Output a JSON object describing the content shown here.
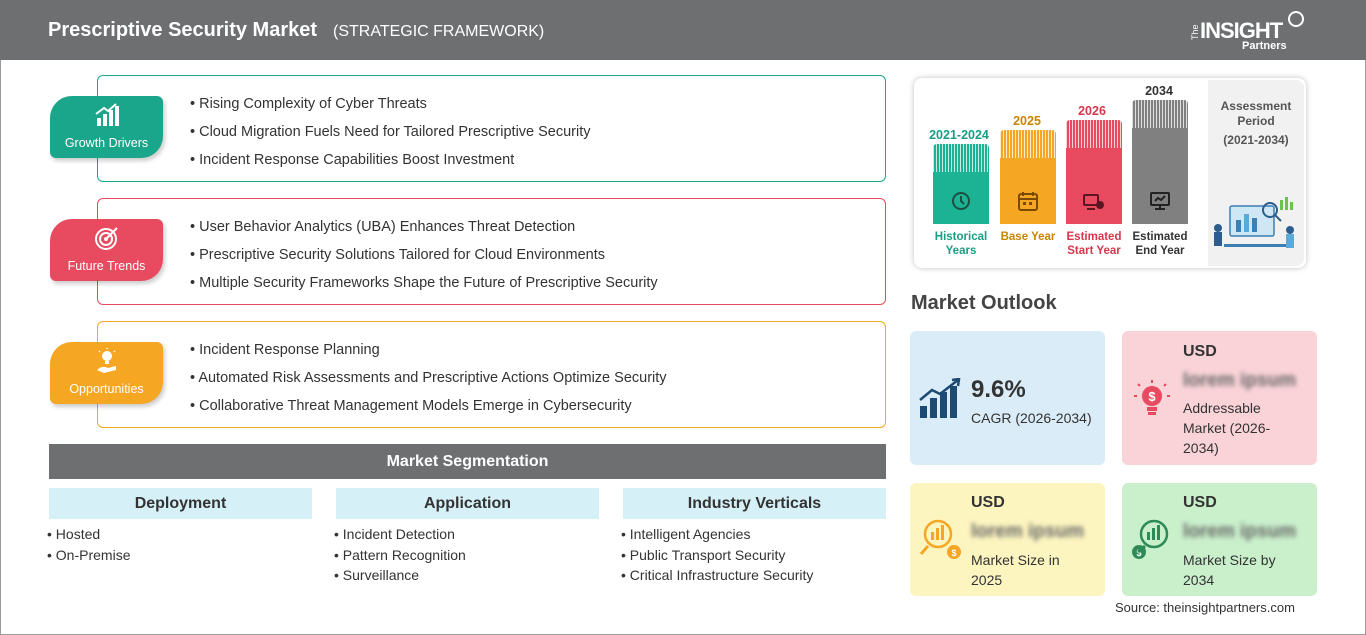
{
  "header": {
    "title": "Prescriptive Security Market",
    "subtitle": "(STRATEGIC FRAMEWORK)",
    "logo": {
      "the": "The",
      "insight": "INSIGHT",
      "partners": "Partners"
    }
  },
  "drivers": [
    {
      "label": "Growth Drivers",
      "color": "#1aa68a",
      "icon": "growth-chart-icon",
      "items": [
        "Rising Complexity of Cyber Threats",
        "Cloud Migration Fuels Need for Tailored Prescriptive Security",
        "Incident Response Capabilities Boost Investment"
      ]
    },
    {
      "label": "Future Trends",
      "color": "#e84a5f",
      "icon": "target-icon",
      "items": [
        "User Behavior Analytics (UBA) Enhances Threat Detection",
        "Prescriptive Security Solutions Tailored for Cloud Environments",
        "Multiple Security Frameworks Shape the Future of Prescriptive Security"
      ]
    },
    {
      "label": "Opportunities",
      "color": "#f5a623",
      "icon": "lightbulb-hand-icon",
      "items": [
        "Incident Response Planning",
        "Automated Risk Assessments and Prescriptive Actions Optimize Security",
        "Collaborative Threat Management Models Emerge in Cybersecurity"
      ]
    }
  ],
  "segmentation": {
    "title": "Market Segmentation",
    "columns": [
      {
        "heading": "Deployment",
        "items": [
          "Hosted",
          "On-Premise"
        ]
      },
      {
        "heading": "Application",
        "items": [
          "Incident Detection",
          "Pattern Recognition",
          "Surveillance"
        ]
      },
      {
        "heading": "Industry Verticals",
        "items": [
          "Intelligent Agencies",
          "Public Transport Security",
          "Critical Infrastructure Security"
        ]
      }
    ]
  },
  "period": {
    "assessment_label": "Assessment Period",
    "assessment_range": "(2021-2034)",
    "columns": [
      {
        "year": "2021-2024",
        "caption": "Historical Years",
        "color": "#1bb394",
        "icon": "history-icon"
      },
      {
        "year": "2025",
        "caption": "Base Year",
        "color": "#f5a623",
        "icon": "calendar-icon"
      },
      {
        "year": "2026",
        "caption": "Estimated Start Year",
        "color": "#e84a5f",
        "icon": "start-icon"
      },
      {
        "year": "2034",
        "caption": "Estimated End Year",
        "color": "#808080",
        "icon": "monitor-icon"
      }
    ]
  },
  "outlook": {
    "title": "Market Outlook",
    "cagr_value": "9.6%",
    "cagr_label": "CAGR (2026-2034)",
    "addressable_usd": "USD",
    "addressable_value": "lorem ipsum",
    "addressable_label": "Addressable Market (2026-2034)",
    "size2025_usd": "USD",
    "size2025_value": "lorem ipsum",
    "size2025_label": "Market Size in 2025",
    "size2034_usd": "USD",
    "size2034_value": "lorem ipsum",
    "size2034_label": "Market Size by 2034",
    "colors": {
      "cagr": "#d9ecf7",
      "addressable": "#f9d3d8",
      "size2025": "#fdf5c0",
      "size2034": "#c9efcb"
    }
  },
  "source": "Source: theinsightpartners.com"
}
